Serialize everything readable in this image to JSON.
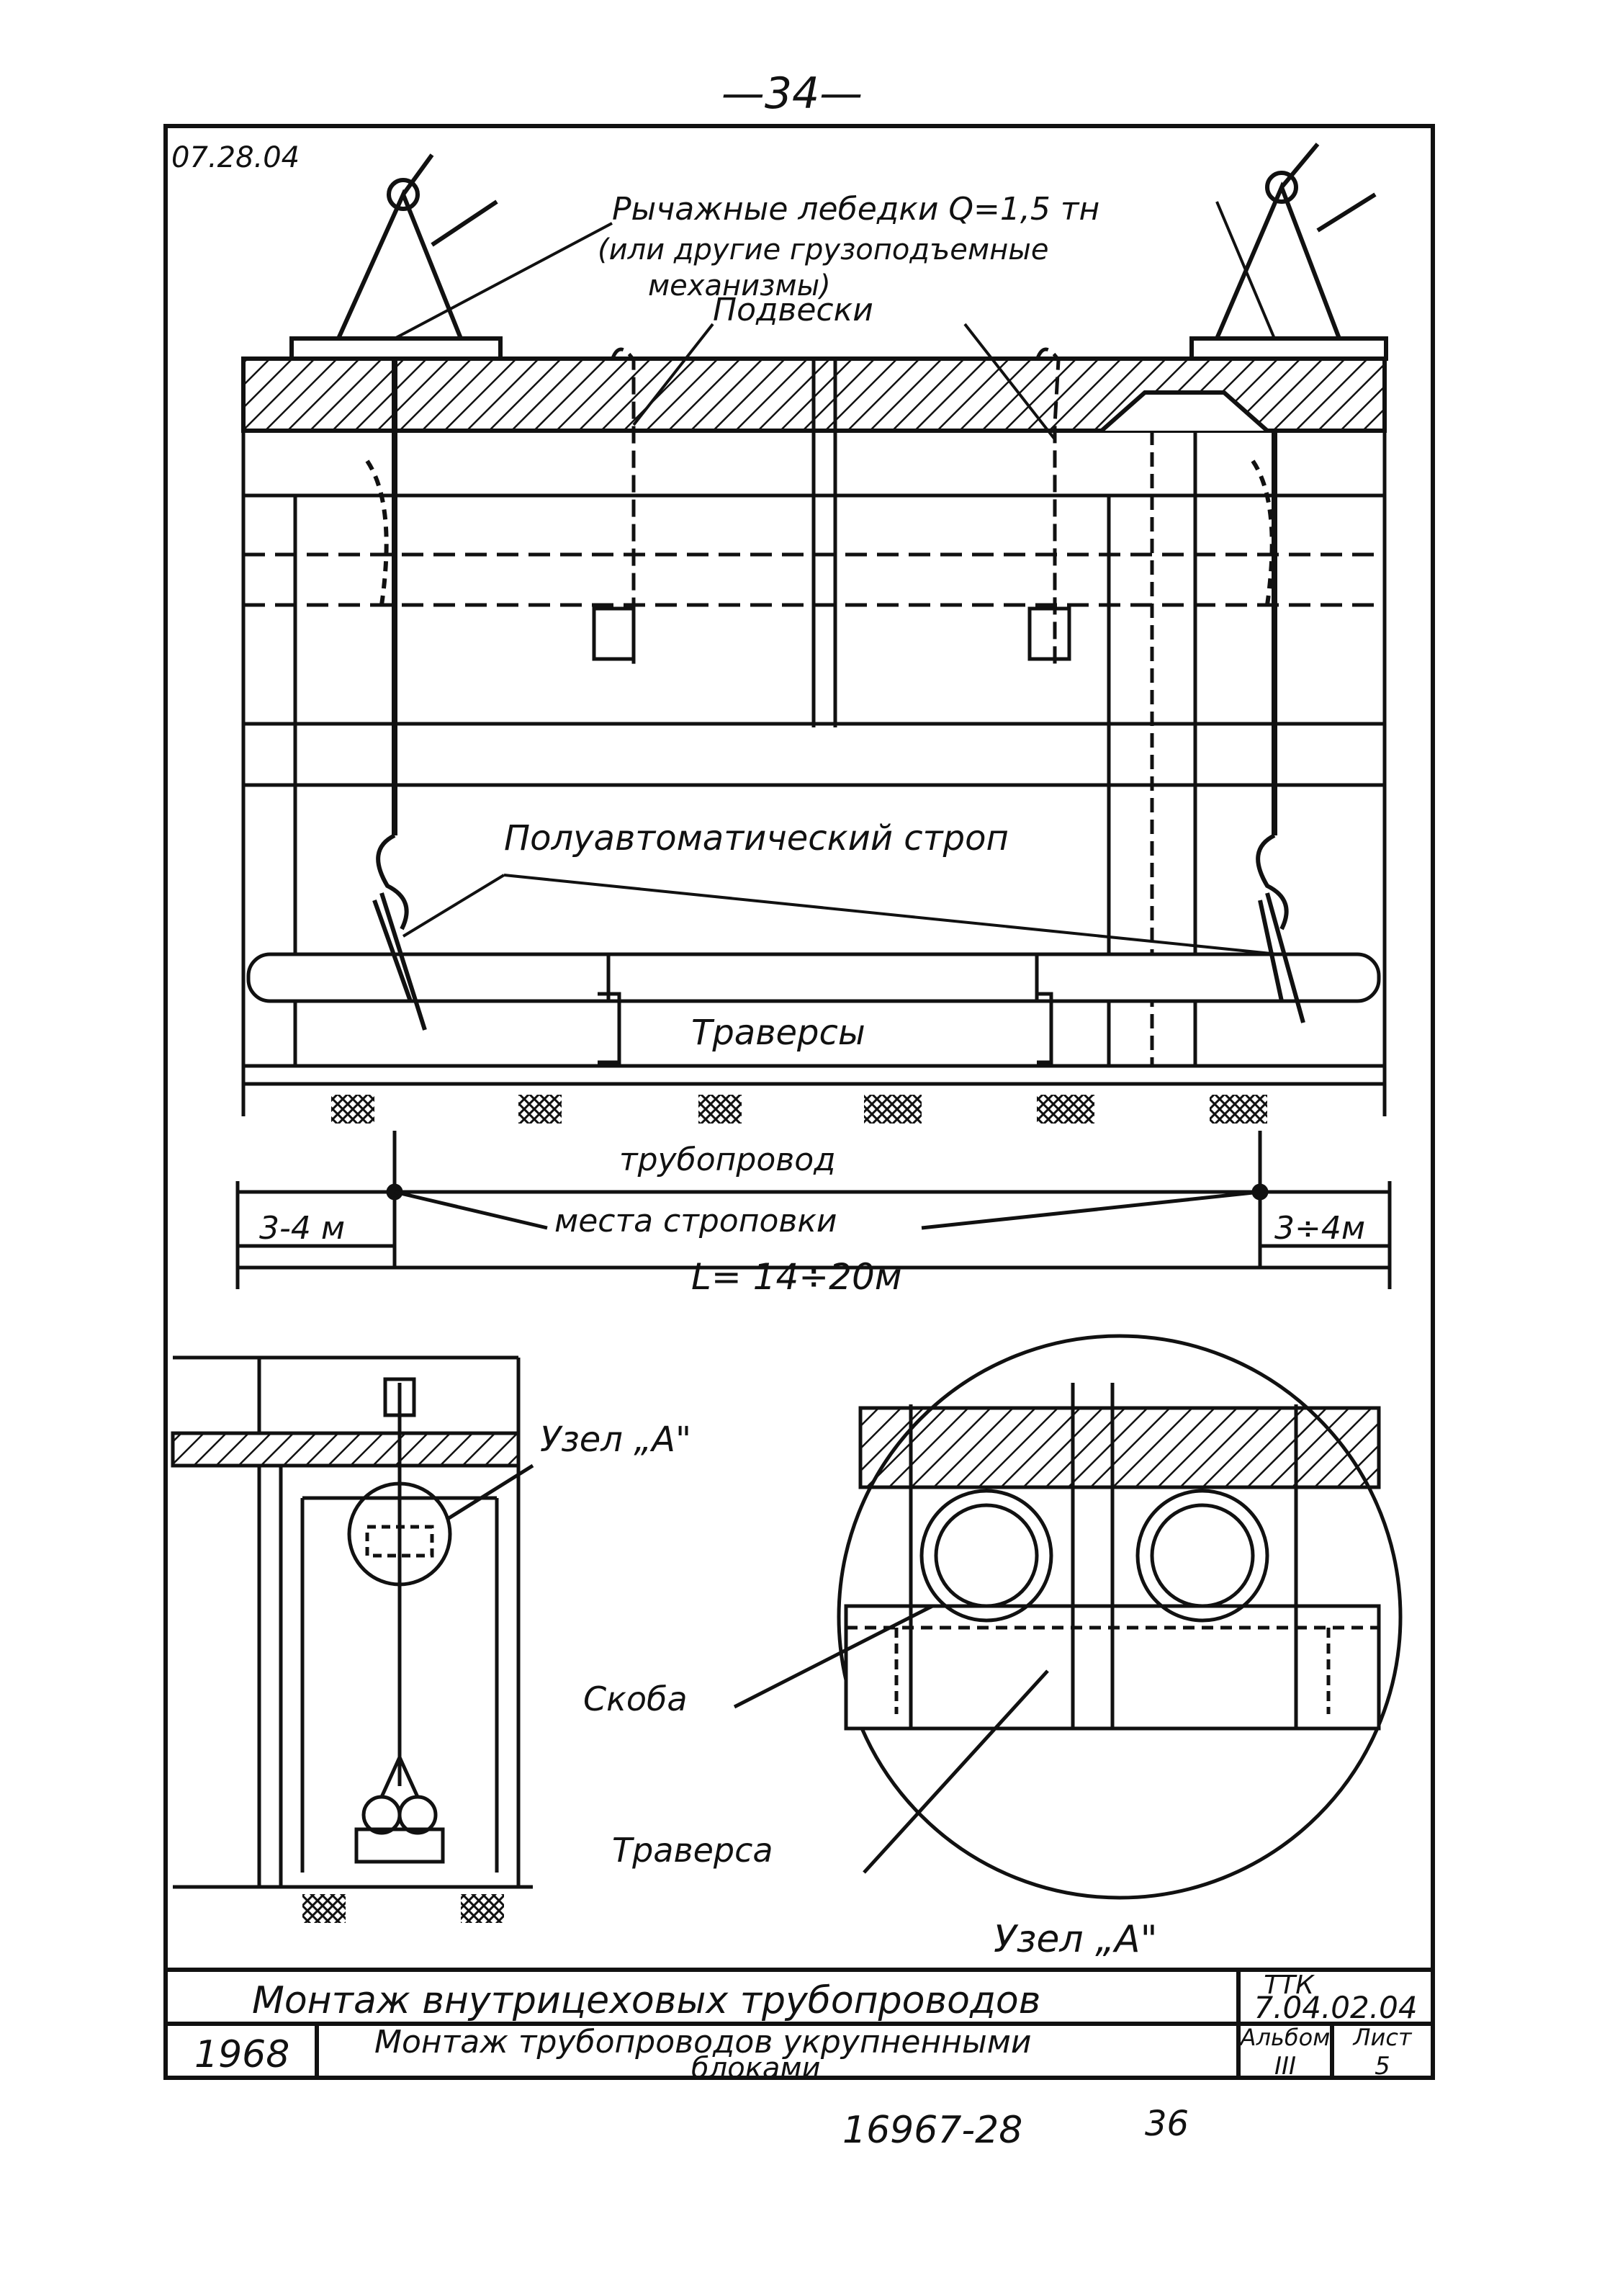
{
  "page_number": "—34—",
  "doc_code": "07.28.04",
  "labels": {
    "winches_line1": "Рычажные лебедки Q=1,5 тн",
    "winches_line2": "(или другие грузоподъемные",
    "winches_line3": "механизмы)",
    "hangers": "Подвески",
    "sling": "Полуавтоматический строп",
    "traverses": "Траверсы",
    "pipeline": "трубопровод",
    "slinging_points": "места строповки",
    "dim_left": "3-4 м",
    "dim_right": "3÷4м",
    "dim_total": "L= 14÷20м",
    "node_a_small": "Узел „А\"",
    "bracket": "Скоба",
    "traverse": "Траверса",
    "node_a_big": "Узел „А\""
  },
  "title_block": {
    "title": "Монтаж внутрицеховых трубопроводов",
    "ttk_label": "ТТК",
    "ttk_code": "7.04.02.04",
    "year": "1968",
    "subtitle_line1": "Монтаж трубопроводов укрупненными",
    "subtitle_line2": "блоками",
    "album_label": "Альбом",
    "album_value": "III",
    "sheet_label": "Лист",
    "sheet_value": "5"
  },
  "footer": {
    "inventory": "16967-28",
    "page": "36"
  }
}
